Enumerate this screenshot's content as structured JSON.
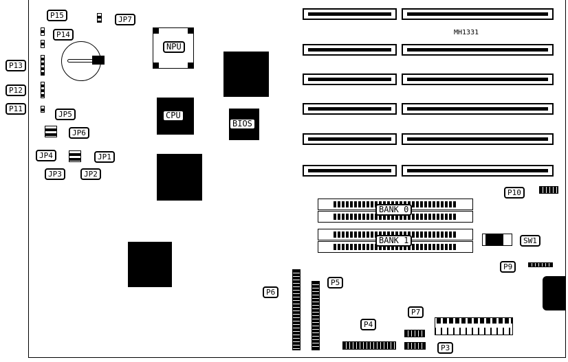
{
  "board": {
    "model": "MH1331"
  },
  "chips": {
    "npu": "NPU",
    "cpu": "CPU",
    "bios": "BIOS"
  },
  "memory": {
    "bank0": "BANK 0",
    "bank1": "BANK 1"
  },
  "connectors": {
    "p3": "P3",
    "p4": "P4",
    "p5": "P5",
    "p6": "P6",
    "p7": "P7",
    "p9": "P9",
    "p10": "P10",
    "p11": "P11",
    "p12": "P12",
    "p13": "P13",
    "p14": "P14",
    "p15": "P15"
  },
  "jumpers": {
    "jp1": "JP1",
    "jp2": "JP2",
    "jp3": "JP3",
    "jp4": "JP4",
    "jp5": "JP5",
    "jp6": "JP6",
    "jp7": "JP7"
  },
  "switches": {
    "sw1": "SW1"
  }
}
